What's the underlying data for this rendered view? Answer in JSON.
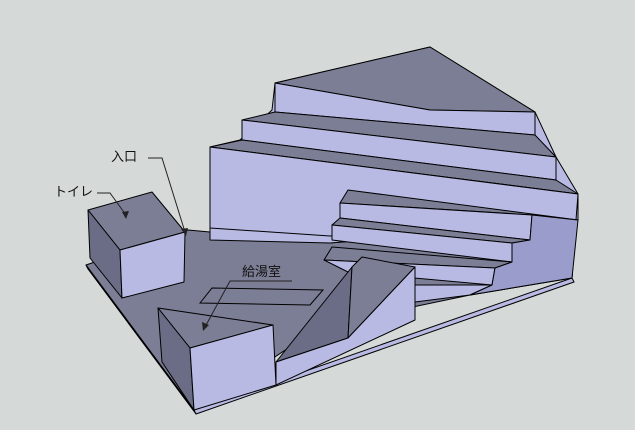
{
  "annotations": {
    "toilet": "トイレ",
    "entrance": "入口",
    "kitchenette": "給湯室"
  },
  "colors": {
    "background": "#d5d9d7",
    "face_top": "#7c7e96",
    "face_light": "#b8bae3",
    "face_mid": "#9a9ccc",
    "face_dark": "#6b6d86",
    "edge": "#000000"
  }
}
